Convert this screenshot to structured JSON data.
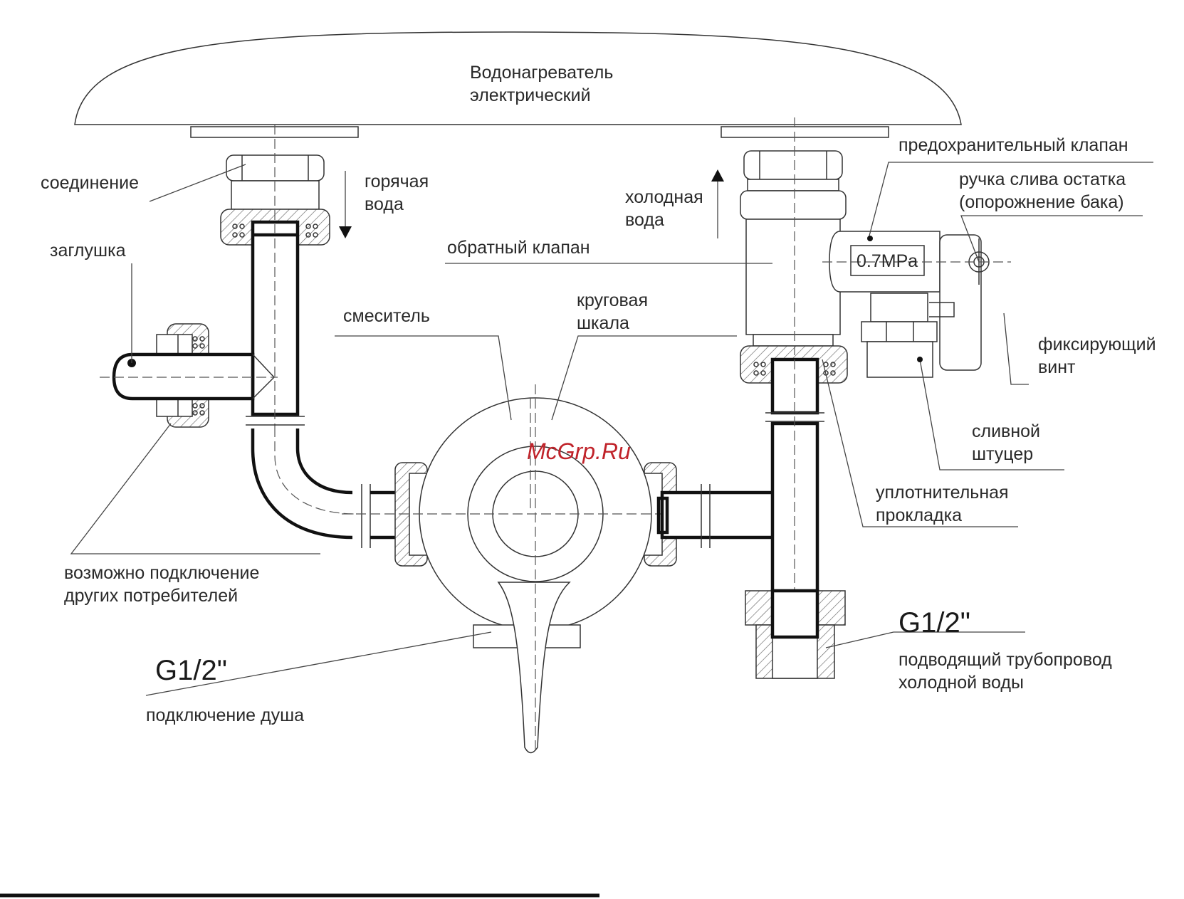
{
  "diagram": {
    "heater_line1": "Водонагреватель",
    "heater_line2": "электрический",
    "connection": "соединение",
    "hot_water_line1": "горячая",
    "hot_water_line2": "вода",
    "cold_water_line1": "холодная",
    "cold_water_line2": "вода",
    "safety_valve": "предохранительный клапан",
    "drain_handle_line1": "ручка слива остатка",
    "drain_handle_line2": "(опорожнение бака)",
    "plug": "заглушка",
    "check_valve": "обратный клапан",
    "pressure": "0.7MPa",
    "mixer": "смеситель",
    "dial_line1": "круговая",
    "dial_line2": "шкала",
    "fixing_screw_line1": "фиксирующий",
    "fixing_screw_line2": "винт",
    "drain_fitting_line1": "сливной",
    "drain_fitting_line2": "штуцер",
    "gasket_line1": "уплотнительная",
    "gasket_line2": "прокладка",
    "other_consumers_line1": "возможно подключение",
    "other_consumers_line2": "других потребителей",
    "g_left": "G1/2\"",
    "g_right": "G1/2\"",
    "shower": "подключение душа",
    "supply_line1": "подводящий трубопровод",
    "supply_line2": "холодной воды",
    "watermark": "McGrp.Ru"
  }
}
